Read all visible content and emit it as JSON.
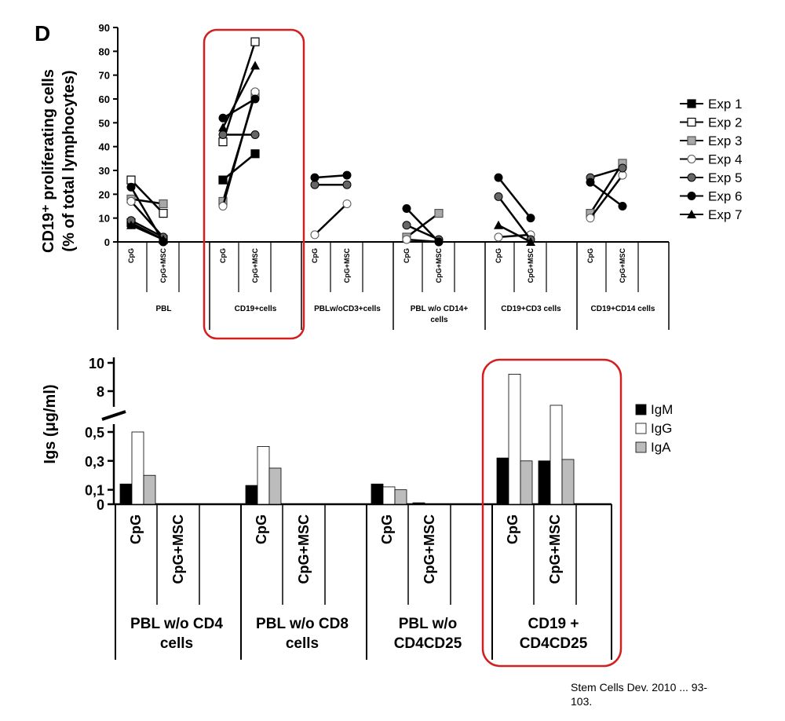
{
  "panel_letter": "D",
  "citation": [
    "Stem Cells Dev. 2010 ... 93-",
    "103."
  ],
  "chart_data": [
    {
      "type": "line",
      "ylabel_lines": [
        "CD19⁺ proliferating cells",
        "(% of total lymphocytes)"
      ],
      "ylim": [
        0,
        90
      ],
      "yticks": [
        "0",
        "10",
        "20",
        "30",
        "40",
        "50",
        "60",
        "70",
        "80",
        "90"
      ],
      "sub_categories": [
        "CpG",
        "CpG+MSC"
      ],
      "groups": [
        {
          "name": "PBL",
          "name_lines": [
            "PBL"
          ]
        },
        {
          "name": "CD19+cells",
          "name_lines": [
            "CD19+cells"
          ]
        },
        {
          "name": "PBLw/oCD3+cells",
          "name_lines": [
            "PBLw/oCD3+cells"
          ]
        },
        {
          "name": "PBL w/o CD14+ cells",
          "name_lines": [
            "PBL w/o CD14+",
            "cells"
          ]
        },
        {
          "name": "CD19+CD3 cells",
          "name_lines": [
            "CD19+CD3 cells"
          ]
        },
        {
          "name": "CD19+CD14 cells",
          "name_lines": [
            "CD19+CD14 cells"
          ]
        }
      ],
      "series": [
        {
          "name": "Exp 1",
          "marker": "square-filled",
          "pairs": [
            [
              8,
              1
            ],
            [
              26,
              37
            ],
            null,
            null,
            null,
            null
          ]
        },
        {
          "name": "Exp 2",
          "marker": "square-open",
          "pairs": [
            [
              26,
              12
            ],
            [
              42,
              84
            ],
            null,
            null,
            null,
            null
          ]
        },
        {
          "name": "Exp 3",
          "marker": "square-gray",
          "pairs": [
            [
              18,
              16
            ],
            [
              17,
              62
            ],
            null,
            [
              2,
              12
            ],
            null,
            [
              12,
              33
            ]
          ]
        },
        {
          "name": "Exp 4",
          "marker": "circle-open",
          "pairs": [
            [
              17,
              2
            ],
            [
              15,
              63
            ],
            [
              3,
              16
            ],
            [
              1,
              0
            ],
            [
              2,
              3
            ],
            [
              10,
              28
            ]
          ]
        },
        {
          "name": "Exp 5",
          "marker": "circle-gray",
          "pairs": [
            [
              9,
              2
            ],
            [
              45,
              45
            ],
            [
              24,
              24
            ],
            [
              7,
              1
            ],
            [
              19,
              1
            ],
            [
              27,
              31
            ]
          ]
        },
        {
          "name": "Exp 6",
          "marker": "circle-filled",
          "pairs": [
            [
              23,
              0
            ],
            [
              52,
              60
            ],
            [
              27,
              28
            ],
            [
              14,
              0
            ],
            [
              27,
              10
            ],
            [
              25,
              15
            ]
          ]
        },
        {
          "name": "Exp 7",
          "marker": "triangle-filled",
          "pairs": [
            [
              7,
              1
            ],
            [
              48,
              74
            ],
            null,
            null,
            [
              7,
              0
            ],
            null
          ]
        }
      ],
      "legend_position": "right",
      "highlighted_group": "CD19+cells"
    },
    {
      "type": "bar",
      "ylabel": "Igs (μg/ml)",
      "y_break": true,
      "yticks_upper": [
        "8",
        "10"
      ],
      "yticks_lower": [
        "0",
        "0,1",
        "0,3",
        "0,5"
      ],
      "sub_categories": [
        "CpG",
        "CpG+MSC"
      ],
      "groups": [
        {
          "name": "PBL w/o CD4 cells",
          "name_lines": [
            "PBL w/o CD4",
            "cells"
          ]
        },
        {
          "name": "PBL w/o CD8 cells",
          "name_lines": [
            "PBL w/o CD8",
            "cells"
          ]
        },
        {
          "name": "PBL w/o CD4CD25",
          "name_lines": [
            "PBL w/o",
            "CD4CD25"
          ]
        },
        {
          "name": "CD19 + CD4CD25",
          "name_lines": [
            "CD19 +",
            "CD4CD25"
          ]
        }
      ],
      "series": [
        {
          "name": "IgM",
          "color": "#000000",
          "values": [
            [
              0.14,
              0
            ],
            [
              0.13,
              0
            ],
            [
              0.14,
              0.01
            ],
            [
              0.32,
              0.3
            ]
          ]
        },
        {
          "name": "IgG",
          "color": "#ffffff",
          "values": [
            [
              0.5,
              0
            ],
            [
              0.4,
              0
            ],
            [
              0.12,
              0
            ],
            [
              9.2,
              7.0
            ]
          ]
        },
        {
          "name": "IgA",
          "color": "#bcbcbc",
          "values": [
            [
              0.2,
              0
            ],
            [
              0.25,
              0
            ],
            [
              0.1,
              0
            ],
            [
              0.3,
              0.31
            ]
          ]
        }
      ],
      "legend_position": "right",
      "highlighted_group": "CD19 + CD4CD25"
    }
  ]
}
